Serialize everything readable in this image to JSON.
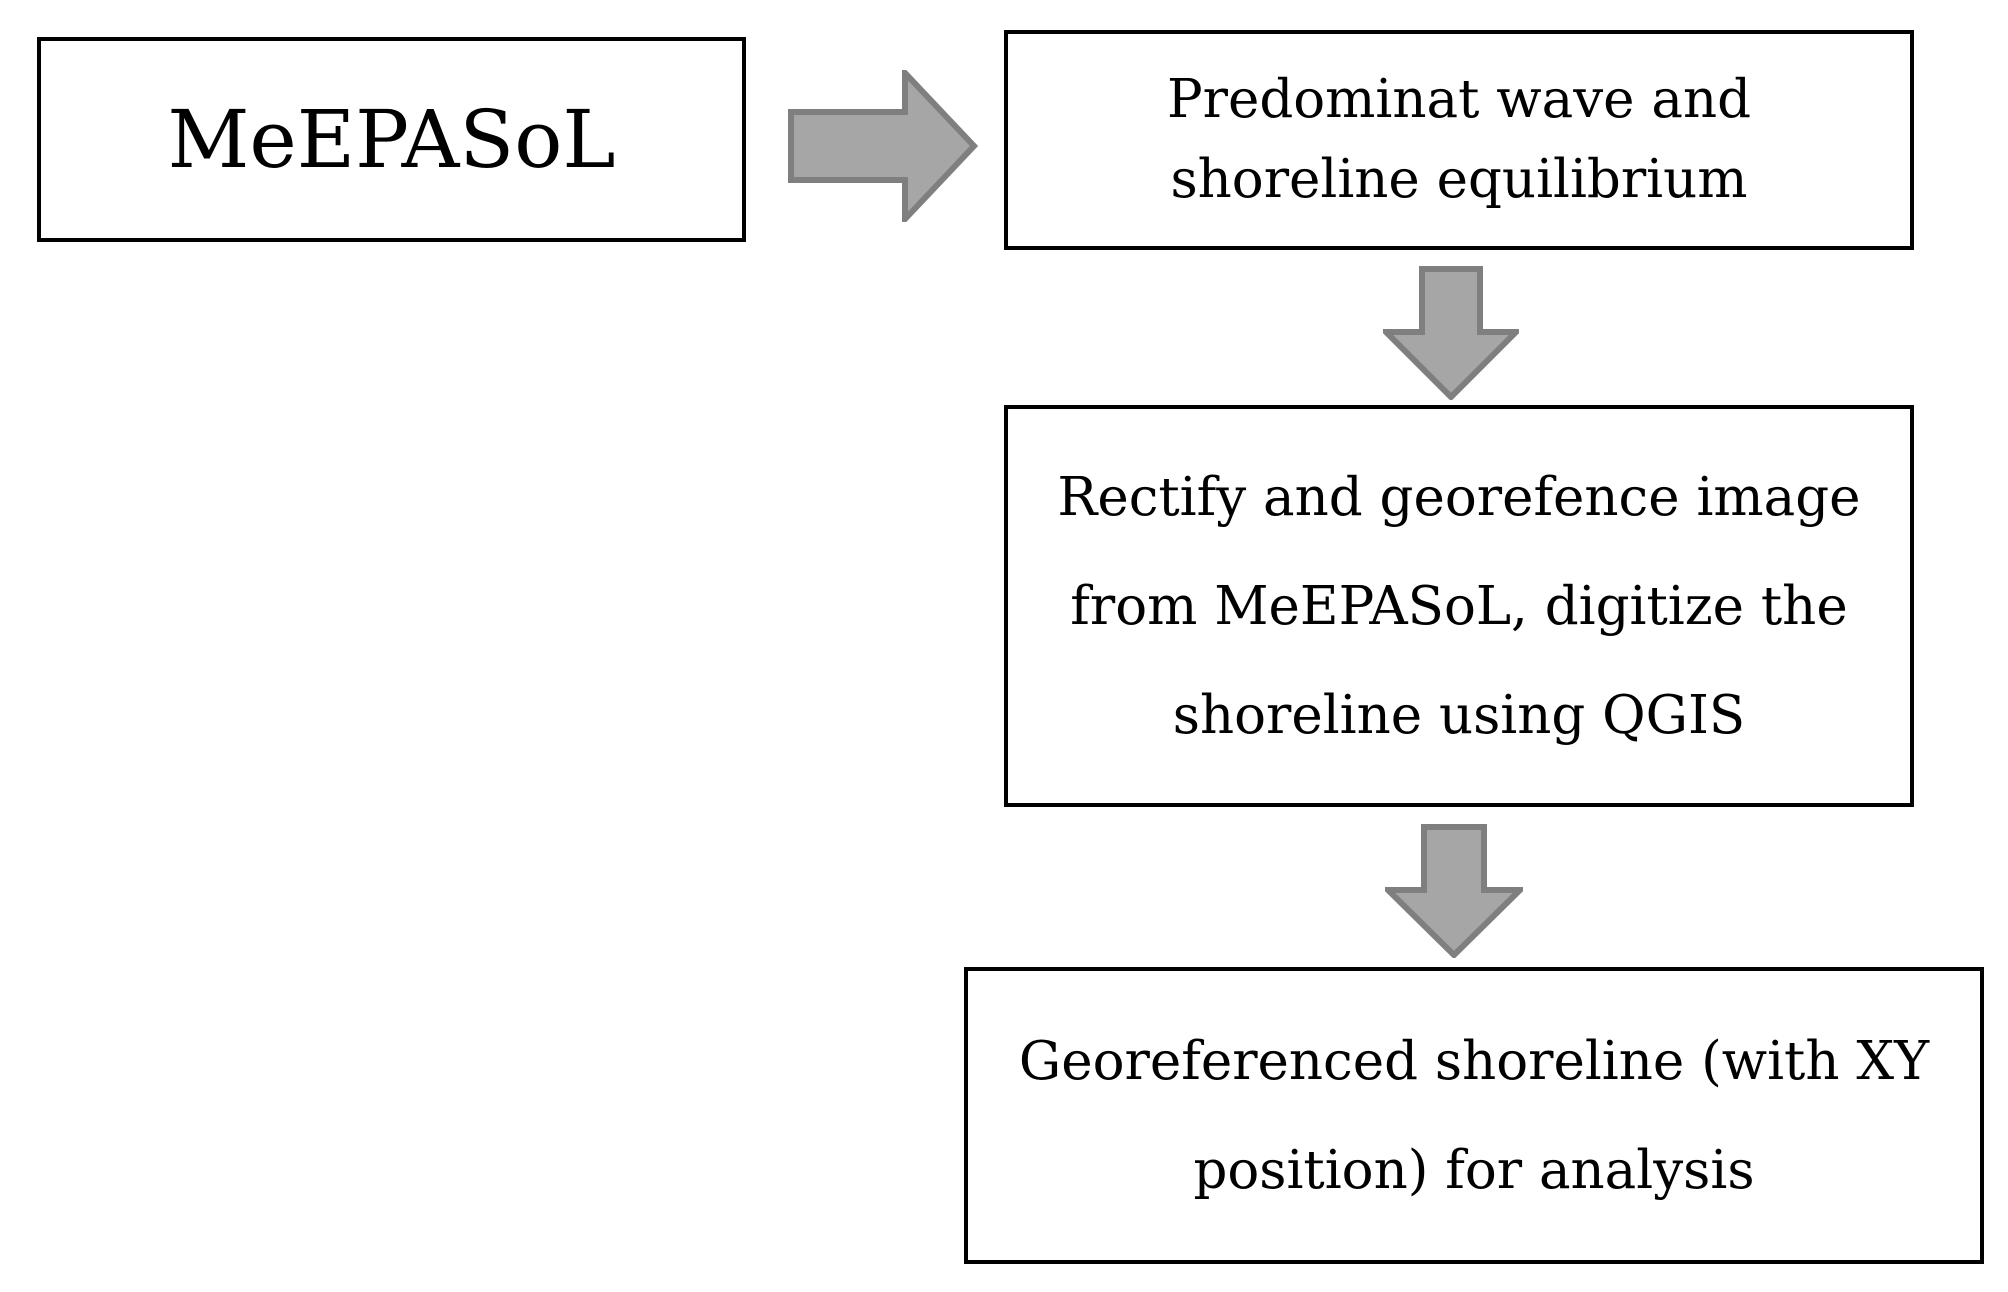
{
  "diagram": {
    "source_box": {
      "label": "MeEPASoL"
    },
    "steps": [
      {
        "label": "Predominat wave and\nshoreline equilibrium"
      },
      {
        "label": "Rectify and georefence image\nfrom MeEPASoL, digitize the\nshoreline using QGIS"
      },
      {
        "label": "Georeferenced shoreline (with XY\nposition) for analysis"
      }
    ],
    "arrow_fill_color": "#a6a6a6",
    "arrow_stroke_color": "#7f7f7f",
    "box_border_color": "#000000"
  }
}
